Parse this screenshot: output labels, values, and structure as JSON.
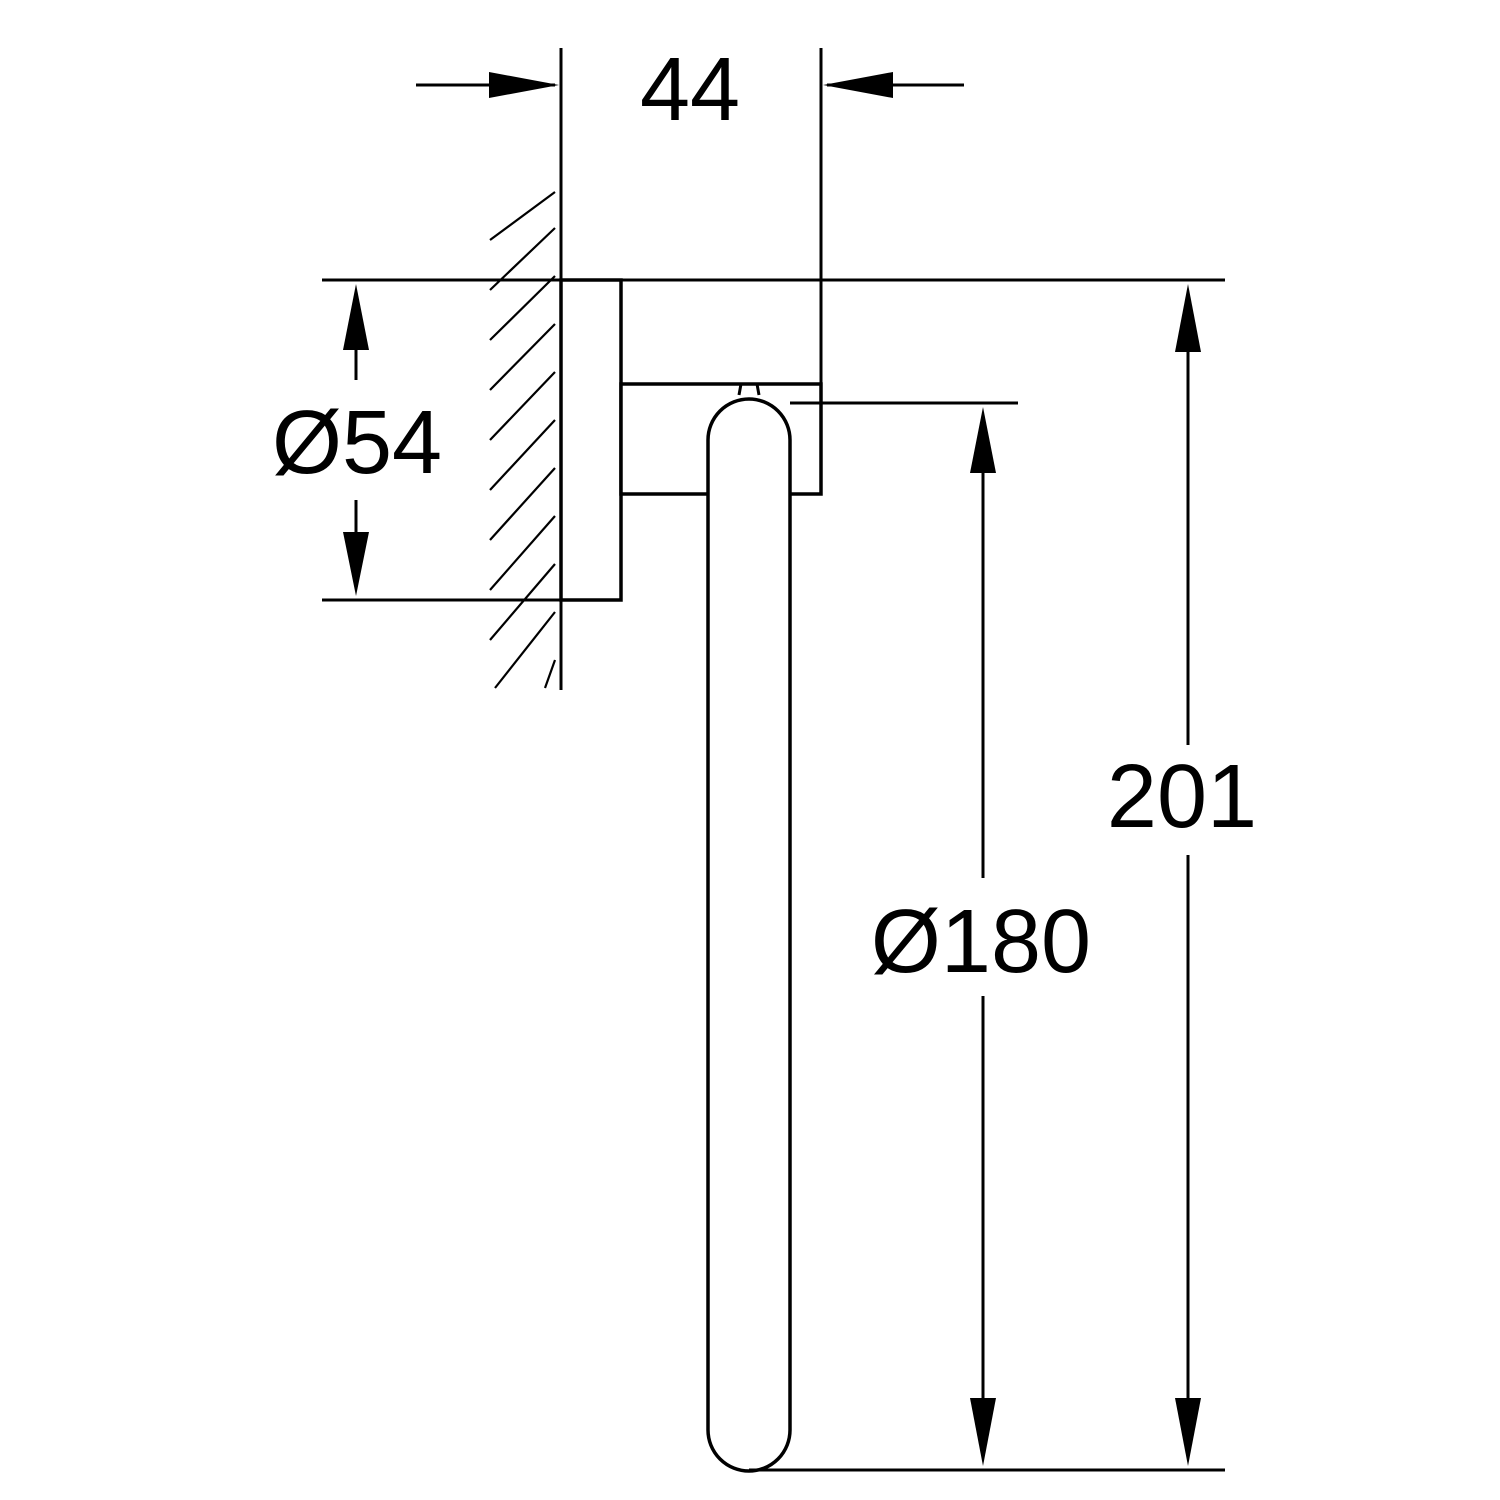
{
  "dimensions": {
    "projection": "44",
    "flange_diameter": "Ø54",
    "ring_diameter": "Ø180",
    "total_height": "201"
  },
  "colors": {
    "line": "#000000",
    "background": "#ffffff"
  }
}
